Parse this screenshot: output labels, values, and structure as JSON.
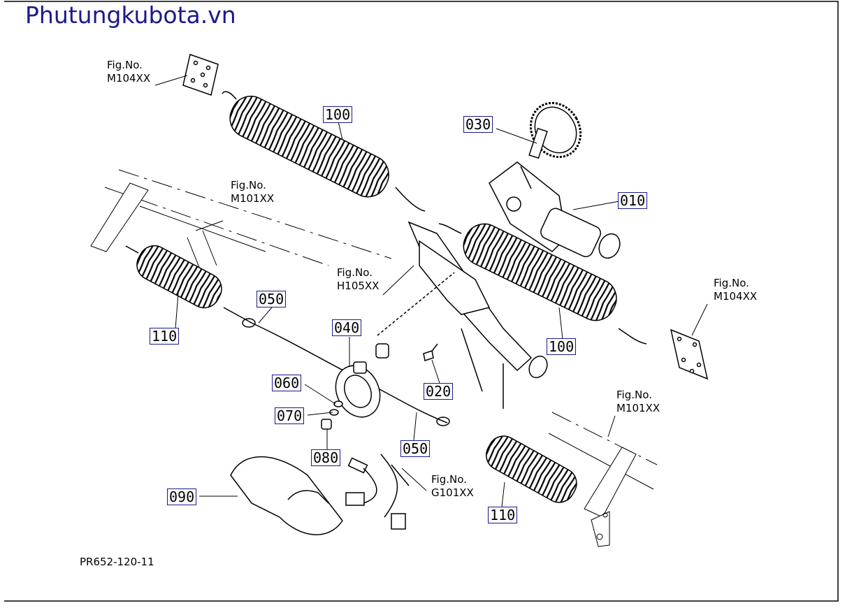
{
  "watermark": "Phutungkubota.vn",
  "drawing_code": "PR652-120-11",
  "figure_refs": [
    {
      "id": "m104-top",
      "line1": "Fig.No.",
      "line2": "M104XX"
    },
    {
      "id": "m101-left",
      "line1": "Fig.No.",
      "line2": "M101XX"
    },
    {
      "id": "h105",
      "line1": "Fig.No.",
      "line2": "H105XX"
    },
    {
      "id": "m104-right",
      "line1": "Fig.No.",
      "line2": "M104XX"
    },
    {
      "id": "m101-right",
      "line1": "Fig.No.",
      "line2": "M101XX"
    },
    {
      "id": "g101",
      "line1": "Fig.No.",
      "line2": "G101XX"
    }
  ],
  "parts": [
    {
      "id": "p100a",
      "code": "100"
    },
    {
      "id": "p030",
      "code": "030"
    },
    {
      "id": "p010",
      "code": "010"
    },
    {
      "id": "p050a",
      "code": "050"
    },
    {
      "id": "p110a",
      "code": "110"
    },
    {
      "id": "p040",
      "code": "040"
    },
    {
      "id": "p100b",
      "code": "100"
    },
    {
      "id": "p060",
      "code": "060"
    },
    {
      "id": "p020",
      "code": "020"
    },
    {
      "id": "p070",
      "code": "070"
    },
    {
      "id": "p050b",
      "code": "050"
    },
    {
      "id": "p080",
      "code": "080"
    },
    {
      "id": "p090",
      "code": "090"
    },
    {
      "id": "p110b",
      "code": "110"
    }
  ]
}
